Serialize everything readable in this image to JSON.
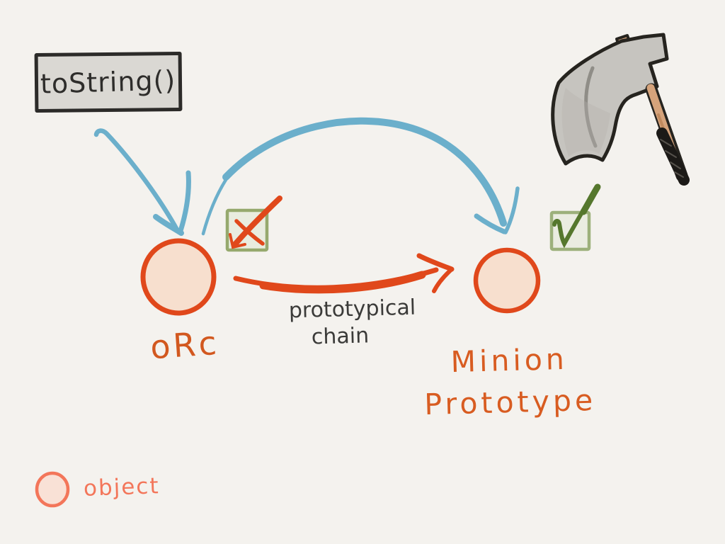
{
  "labels": {
    "tostring": "toString()",
    "orc": "oRc",
    "chain_line1": "prototypical",
    "chain_line2": "chain",
    "minion_line1": "Minion",
    "minion_line2": "Prototype",
    "legend_object": "object"
  },
  "icons": {
    "axe": "axe-icon",
    "cross_mark": "✗",
    "check_mark": "✓"
  },
  "colors": {
    "background": "#f4f2ee",
    "blue_arrow": "#6bafcb",
    "orange_stroke": "#e0481b",
    "object_fill": "#f7dfce",
    "orc_label": "#d2581f",
    "minion_label": "#d85c21",
    "legend_salmon": "#f3765a",
    "checkbox_border": "#96a96d",
    "checkbox_fill": "#e9ecdf",
    "check_green": "#55772d",
    "cross_red": "#e0481b",
    "tostring_box_fill": "#dad8d3",
    "tostring_box_border": "#2c2b29",
    "chain_text": "#3b3b39"
  }
}
